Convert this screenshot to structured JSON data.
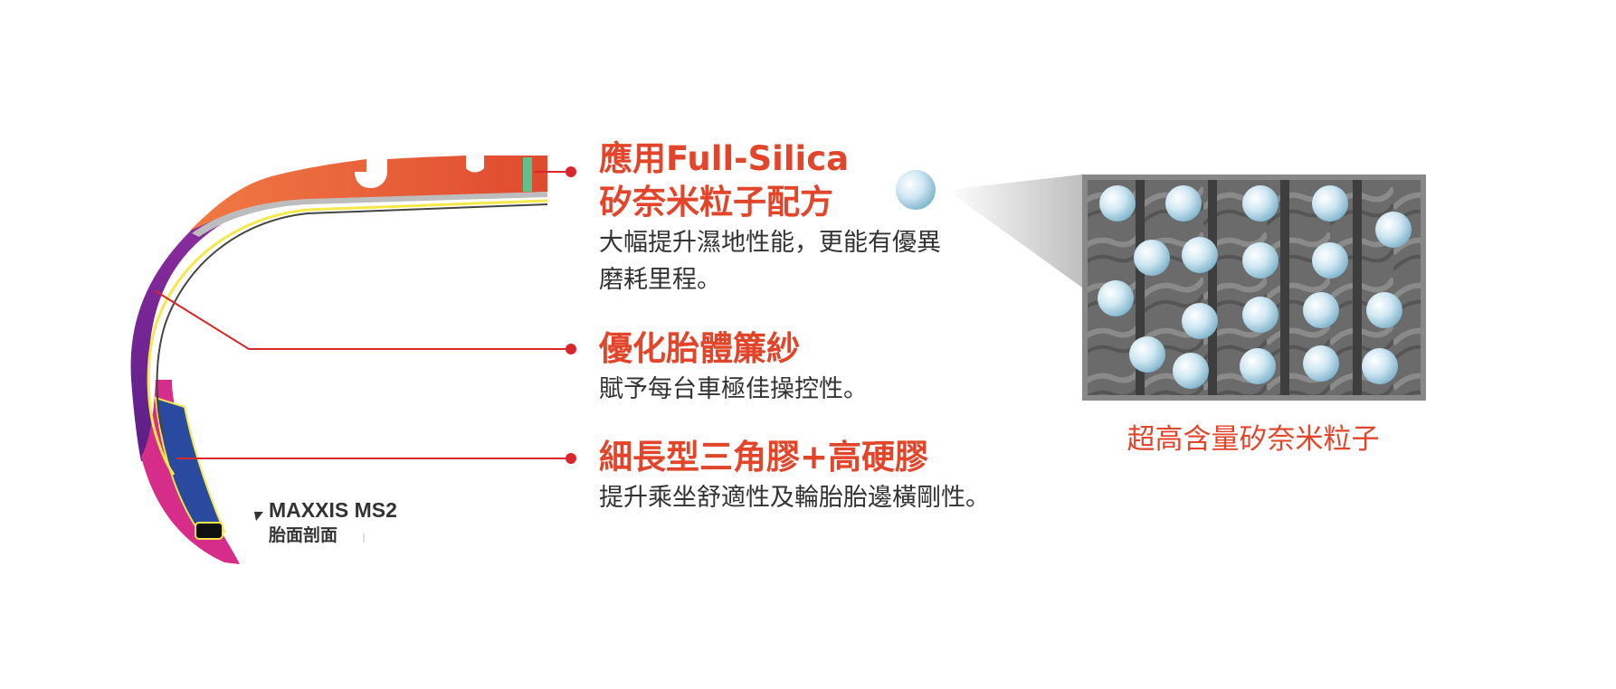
{
  "features": [
    {
      "title_lines": [
        "應用Full-Silica",
        "矽奈米粒子配方"
      ],
      "desc_lines": [
        "大幅提升濕地性能，更能有優異",
        "磨耗里程。"
      ]
    },
    {
      "title_lines": [
        "優化胎體簾紗"
      ],
      "desc_lines": [
        "賦予每台車極佳操控性。"
      ]
    },
    {
      "title_lines": [
        "細長型三角膠+高硬膠"
      ],
      "desc_lines": [
        "提升乘坐舒適性及輪胎胎邊橫剛性。"
      ]
    }
  ],
  "tire": {
    "model": "MAXXIS MS2",
    "caption": "胎面剖面"
  },
  "silica": {
    "caption": "超高含量矽奈米粒子"
  },
  "colors": {
    "accent": "#e2452a",
    "leader_line": "#d9262b",
    "text": "#333333",
    "tread": "#ee6a3c",
    "sidewall": "#7a2a94",
    "bead": "#2a4a9f",
    "rim_edge": "#d62c8a",
    "photo_frame": "#888888"
  },
  "icons": {
    "leader_dot": "red-dot-marker-icon",
    "silica_particle": "silica-sphere-icon",
    "model_pointer": "triangle-pointer-icon"
  }
}
